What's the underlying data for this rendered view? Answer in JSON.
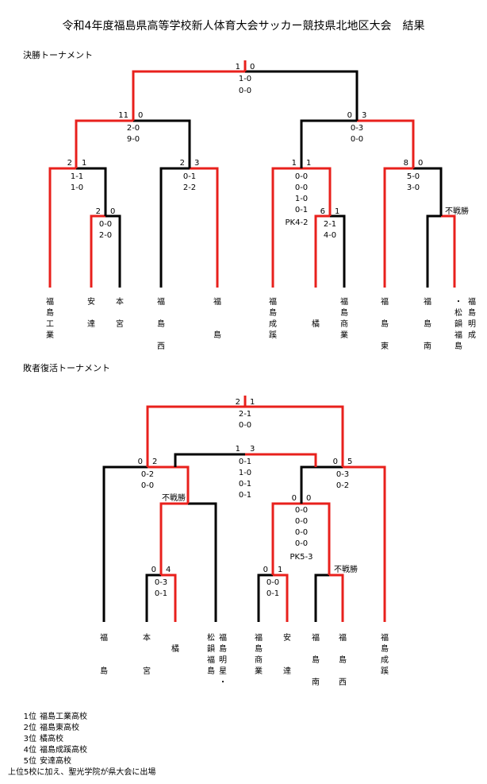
{
  "title": "令和4年度福島県高等学校新人体育大会サッカー競技県北地区大会　結果",
  "sections": {
    "final": "決勝トーナメント",
    "consolation": "敗者復活トーナメント"
  },
  "colors": {
    "win": "#e8201c",
    "loss": "#000000"
  },
  "final_bracket": {
    "teams": [
      {
        "name": "福島工業",
        "columns": [
          "福島工業"
        ]
      },
      {
        "name": "安達",
        "columns": [
          "安　達"
        ]
      },
      {
        "name": "本宮",
        "columns": [
          "本　宮"
        ]
      },
      {
        "name": "福島西",
        "columns": [
          "福　島　西"
        ]
      },
      {
        "name": "福島",
        "columns": [
          "福　　島"
        ]
      },
      {
        "name": "福島成蹊",
        "columns": [
          "福島成蹊"
        ]
      },
      {
        "name": "橘",
        "columns": [
          "　　橘"
        ]
      },
      {
        "name": "福島商業",
        "columns": [
          "福島商業"
        ]
      },
      {
        "name": "福島東",
        "columns": [
          "福　島　東"
        ]
      },
      {
        "name": "福島南",
        "columns": [
          "福　島　南"
        ]
      },
      {
        "name": "福島明成・松韻福島",
        "columns": [
          "・松韻福島",
          "福島明成"
        ]
      }
    ],
    "matches": [
      {
        "scores": [
          "2",
          "0"
        ],
        "periods": [
          "0-0",
          "2-0"
        ]
      },
      {
        "scores": [
          "2",
          "1"
        ],
        "periods": [
          "1-1",
          "1-0"
        ]
      },
      {
        "scores": [
          "2",
          "3"
        ],
        "periods": [
          "0-1",
          "2-2"
        ]
      },
      {
        "scores": [
          "6",
          "1"
        ],
        "periods": [
          "2-1",
          "4-0"
        ]
      },
      {
        "scores": [
          "1",
          "1"
        ],
        "periods": [
          "0-0",
          "0-0",
          "1-0",
          "0-1",
          "PK4-2"
        ]
      },
      {
        "scores": [
          "8",
          "0"
        ],
        "periods": [
          "5-0",
          "3-0"
        ]
      },
      {
        "scores": [
          "11",
          "0"
        ],
        "periods": [
          "2-0",
          "9-0"
        ]
      },
      {
        "scores": [
          "0",
          "3"
        ],
        "periods": [
          "0-3",
          "0-0"
        ]
      },
      {
        "scores": [
          "1",
          "0"
        ],
        "periods": [
          "1-0",
          "0-0"
        ]
      }
    ],
    "byes": [
      "不戦勝"
    ]
  },
  "consolation_bracket": {
    "teams": [
      {
        "name": "福島",
        "columns": [
          "福　　島"
        ]
      },
      {
        "name": "本宮",
        "columns": [
          "本　　宮"
        ]
      },
      {
        "name": "橘",
        "columns": [
          "　橘"
        ]
      },
      {
        "name": "福島明星・松韻福島",
        "columns": [
          "松韻福島",
          "福島明星・"
        ]
      },
      {
        "name": "福島商業",
        "columns": [
          "福島商業"
        ]
      },
      {
        "name": "安達",
        "columns": [
          "安　　達"
        ]
      },
      {
        "name": "福島南",
        "columns": [
          "福　島　南"
        ]
      },
      {
        "name": "福島西",
        "columns": [
          "福　島　西"
        ]
      },
      {
        "name": "福島成蹊",
        "columns": [
          "福島成蹊"
        ]
      }
    ],
    "matches": [
      {
        "scores": [
          "0",
          "4"
        ],
        "periods": [
          "0-3",
          "0-1"
        ]
      },
      {
        "scores": [
          "0",
          "1"
        ],
        "periods": [
          "0-0",
          "0-1"
        ]
      },
      {
        "scores": [
          "0",
          "0"
        ],
        "periods": [
          "0-0",
          "0-0",
          "0-0",
          "0-0",
          "PK5-3"
        ]
      },
      {
        "scores": [
          "0",
          "2"
        ],
        "periods": [
          "0-2",
          "0-0"
        ]
      },
      {
        "scores": [
          "0",
          "5"
        ],
        "periods": [
          "0-3",
          "0-2"
        ]
      },
      {
        "scores": [
          "1",
          "3"
        ],
        "periods": [
          "0-1",
          "1-0",
          "0-1",
          "0-1"
        ]
      },
      {
        "scores": [
          "2",
          "1"
        ],
        "periods": [
          "2-1",
          "0-0"
        ]
      }
    ],
    "byes": [
      "不戦勝",
      "不戦勝"
    ]
  },
  "results": [
    {
      "rank": "1位",
      "school": "福島工業高校"
    },
    {
      "rank": "2位",
      "school": "福島東高校"
    },
    {
      "rank": "3位",
      "school": "橘高校"
    },
    {
      "rank": "4位",
      "school": "福島成蹊高校"
    },
    {
      "rank": "5位",
      "school": "安達高校"
    }
  ],
  "note": "上位5校に加え、聖光学院が県大会に出場"
}
